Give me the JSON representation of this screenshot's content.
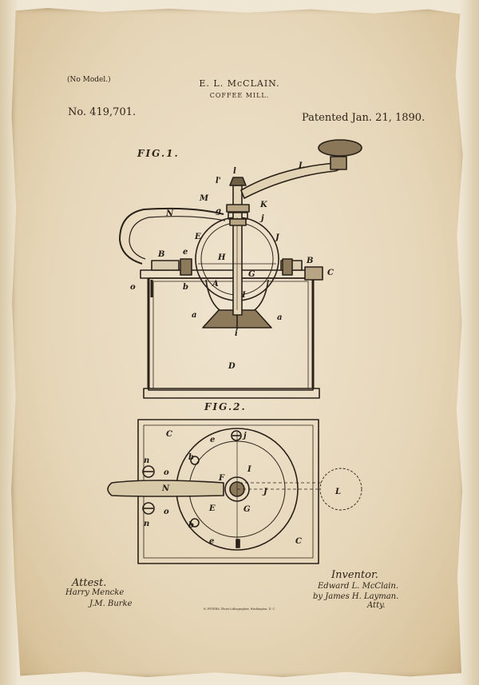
{
  "header": {
    "no_model": "(No Model.)",
    "inventor_name": "E. L. McCLAIN.",
    "title": "COFFEE MILL.",
    "patent_number": "No. 419,701.",
    "patent_date": "Patented Jan. 21, 1890."
  },
  "figures": {
    "fig1_label": "FIG.1.",
    "fig2_label": "FIG.2."
  },
  "fig1_labels": {
    "l_prime": "l'",
    "l": "l",
    "L": "L",
    "M": "M",
    "K": "K",
    "N": "N",
    "g": "g",
    "j": "j",
    "E": "E",
    "e": "e",
    "J": "J",
    "B_left": "B",
    "B_right": "B",
    "C": "C",
    "H": "H",
    "G": "G",
    "o": "o",
    "b": "b",
    "A": "A",
    "I": "I",
    "a_left": "a",
    "a_right": "a",
    "i": "i",
    "D": "D"
  },
  "fig2_labels": {
    "C_top": "C",
    "e_top": "e",
    "j": "j",
    "n_top": "n",
    "o_top": "o",
    "b_top": "b",
    "N": "N",
    "I": "I",
    "F": "F",
    "J": "J",
    "L": "L",
    "n_bottom": "n",
    "o_bottom": "o",
    "E": "E",
    "G": "G",
    "b_bottom": "b",
    "e_bottom": "e",
    "C_bottom": "C"
  },
  "signatures": {
    "attest_label": "Attest.",
    "attest_sig1": "Harry Mencke",
    "attest_sig2": "J.M. Burke",
    "inventor_label": "Inventor.",
    "inventor_sig1": "Edward L. McClain.",
    "inventor_sig2": "by James H. Layman.",
    "inventor_sig3": "Atty."
  },
  "lithographer": "N. PETERS, Photo-Lithographer, Washington, D. C."
}
